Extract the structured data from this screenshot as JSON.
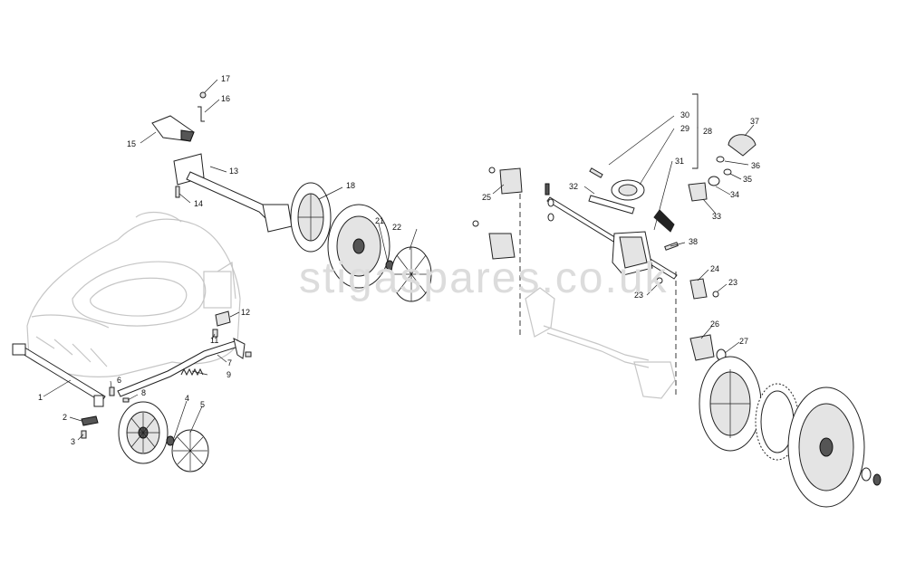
{
  "watermark": "stigaspares.co.uk",
  "callouts": [
    "1",
    "2",
    "3",
    "4",
    "5",
    "6",
    "7",
    "8",
    "9",
    "11",
    "12",
    "13",
    "14",
    "15",
    "16",
    "17",
    "18",
    "21",
    "22",
    "23",
    "23",
    "24",
    "25",
    "26",
    "27",
    "28",
    "29",
    "30",
    "31",
    "32",
    "33",
    "34",
    "35",
    "36",
    "37",
    "38"
  ]
}
